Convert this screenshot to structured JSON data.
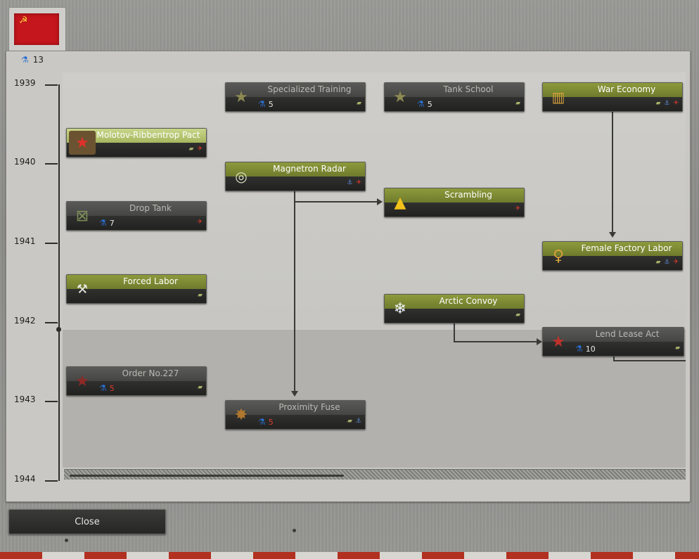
{
  "nation": {
    "flag_icon": "soviet-flag-icon",
    "research_points": "13"
  },
  "timeline": {
    "years": [
      "1939",
      "1940",
      "1941",
      "1942",
      "1943",
      "1944"
    ]
  },
  "techs": [
    {
      "name": "Specialized Training",
      "icon": "star-icon",
      "cost": "5",
      "state": "dim",
      "tags": [
        "green"
      ]
    },
    {
      "name": "Tank School",
      "icon": "star-tank-icon",
      "cost": "5",
      "state": "dim",
      "tags": [
        "green"
      ]
    },
    {
      "name": "War Economy",
      "icon": "factory-icon",
      "cost": "",
      "state": "active",
      "tags": [
        "green",
        "blue",
        "red"
      ]
    },
    {
      "name": "Molotov-Ribbentrop Pact",
      "icon": "briefcase-icon",
      "cost": "",
      "state": "bright",
      "tags": [
        "green",
        "red"
      ]
    },
    {
      "name": "Magnetron Radar",
      "icon": "radar-icon",
      "cost": "",
      "state": "active",
      "tags": [
        "blue",
        "red"
      ]
    },
    {
      "name": "Drop Tank",
      "icon": "fuel-can-icon",
      "cost": "7",
      "state": "dim",
      "tags": [
        "red"
      ]
    },
    {
      "name": "Scrambling",
      "icon": "warning-plane-icon",
      "cost": "",
      "state": "active",
      "tags": [
        "red"
      ]
    },
    {
      "name": "Female Factory Labor",
      "icon": "female-icon",
      "cost": "",
      "state": "active",
      "tags": [
        "green",
        "blue",
        "red"
      ]
    },
    {
      "name": "Forced Labor",
      "icon": "shovel-icon",
      "cost": "",
      "state": "active",
      "tags": [
        "green"
      ]
    },
    {
      "name": "Arctic Convoy",
      "icon": "snowflake-ship-icon",
      "cost": "",
      "state": "active",
      "tags": [
        "green"
      ]
    },
    {
      "name": "Lend Lease Act",
      "icon": "star-ship-icon",
      "cost": "10",
      "state": "dim",
      "tags": [
        "green"
      ]
    },
    {
      "name": "Order No.227",
      "icon": "red-star-icon",
      "cost": "5",
      "cost_color": "red",
      "state": "dim",
      "tags": [
        "green"
      ]
    },
    {
      "name": "Proximity Fuse",
      "icon": "explosion-icon",
      "cost": "5",
      "cost_color": "red",
      "state": "dim",
      "tags": [
        "green",
        "blue"
      ]
    }
  ],
  "buttons": {
    "close_label": "Close"
  }
}
